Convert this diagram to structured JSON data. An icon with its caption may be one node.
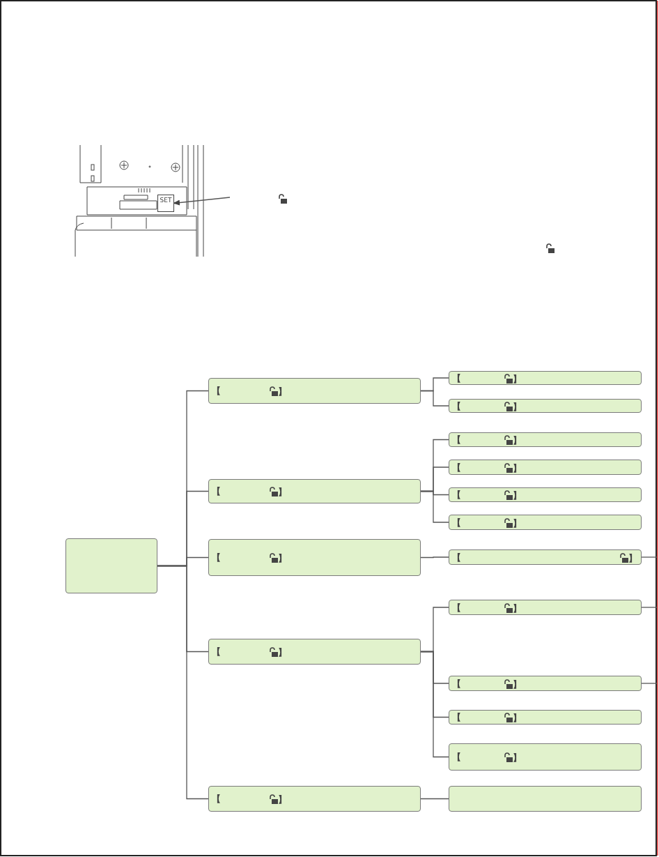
{
  "diagram": {
    "nodes": [
      {
        "text": [
          "SET"
        ]
      },
      {
        "text": [],
        "shape": "box"
      },
      {
        "text": [
          "【",
          "】"
        ]
      },
      {
        "text": [
          "【",
          "】"
        ]
      },
      {
        "text": [
          "【",
          "】"
        ]
      },
      {
        "text": [
          "【",
          "】"
        ]
      },
      {
        "text": [
          "【",
          "】"
        ]
      },
      {
        "text": [
          "【",
          "】"
        ]
      },
      {
        "text": [
          "【",
          "】"
        ]
      },
      {
        "text": [
          "【",
          "】"
        ]
      },
      {
        "text": [
          "【",
          "】"
        ]
      },
      {
        "text": [
          "【",
          "】"
        ]
      },
      {
        "text": [
          "【",
          "】"
        ]
      },
      {
        "text": [
          "【",
          "】"
        ]
      },
      {
        "text": [
          "【",
          "】"
        ]
      },
      {
        "text": [
          "【",
          "】"
        ]
      },
      {
        "text": [
          "【",
          "】"
        ]
      },
      {
        "text": [
          "【",
          "】"
        ]
      },
      {
        "text": [],
        "shape": "box"
      }
    ],
    "edges": [
      {
        "from": null,
        "to": 0,
        "arrow": "to"
      },
      {
        "from": 1,
        "to": 2,
        "arrow": "none"
      },
      {
        "from": 1,
        "to": 5,
        "arrow": "none"
      },
      {
        "from": 1,
        "to": 10,
        "arrow": "none"
      },
      {
        "from": 1,
        "to": 12,
        "arrow": "none"
      },
      {
        "from": 1,
        "to": 17,
        "arrow": "none"
      },
      {
        "from": 2,
        "to": 3,
        "arrow": "none"
      },
      {
        "from": 2,
        "to": 4,
        "arrow": "none"
      },
      {
        "from": 5,
        "to": 6,
        "arrow": "none"
      },
      {
        "from": 5,
        "to": 7,
        "arrow": "none"
      },
      {
        "from": 5,
        "to": 8,
        "arrow": "none"
      },
      {
        "from": 5,
        "to": 9,
        "arrow": "none"
      },
      {
        "from": 10,
        "to": 11,
        "arrow": "none"
      },
      {
        "from": 11,
        "to": null,
        "arrow": "none"
      },
      {
        "from": 12,
        "to": 13,
        "arrow": "none"
      },
      {
        "from": 12,
        "to": 14,
        "arrow": "none"
      },
      {
        "from": 12,
        "to": 15,
        "arrow": "none"
      },
      {
        "from": 12,
        "to": 16,
        "arrow": "none"
      },
      {
        "from": 13,
        "to": null,
        "arrow": "none"
      },
      {
        "from": 14,
        "to": null,
        "arrow": "none"
      },
      {
        "from": 17,
        "to": 18,
        "arrow": "none"
      }
    ]
  }
}
